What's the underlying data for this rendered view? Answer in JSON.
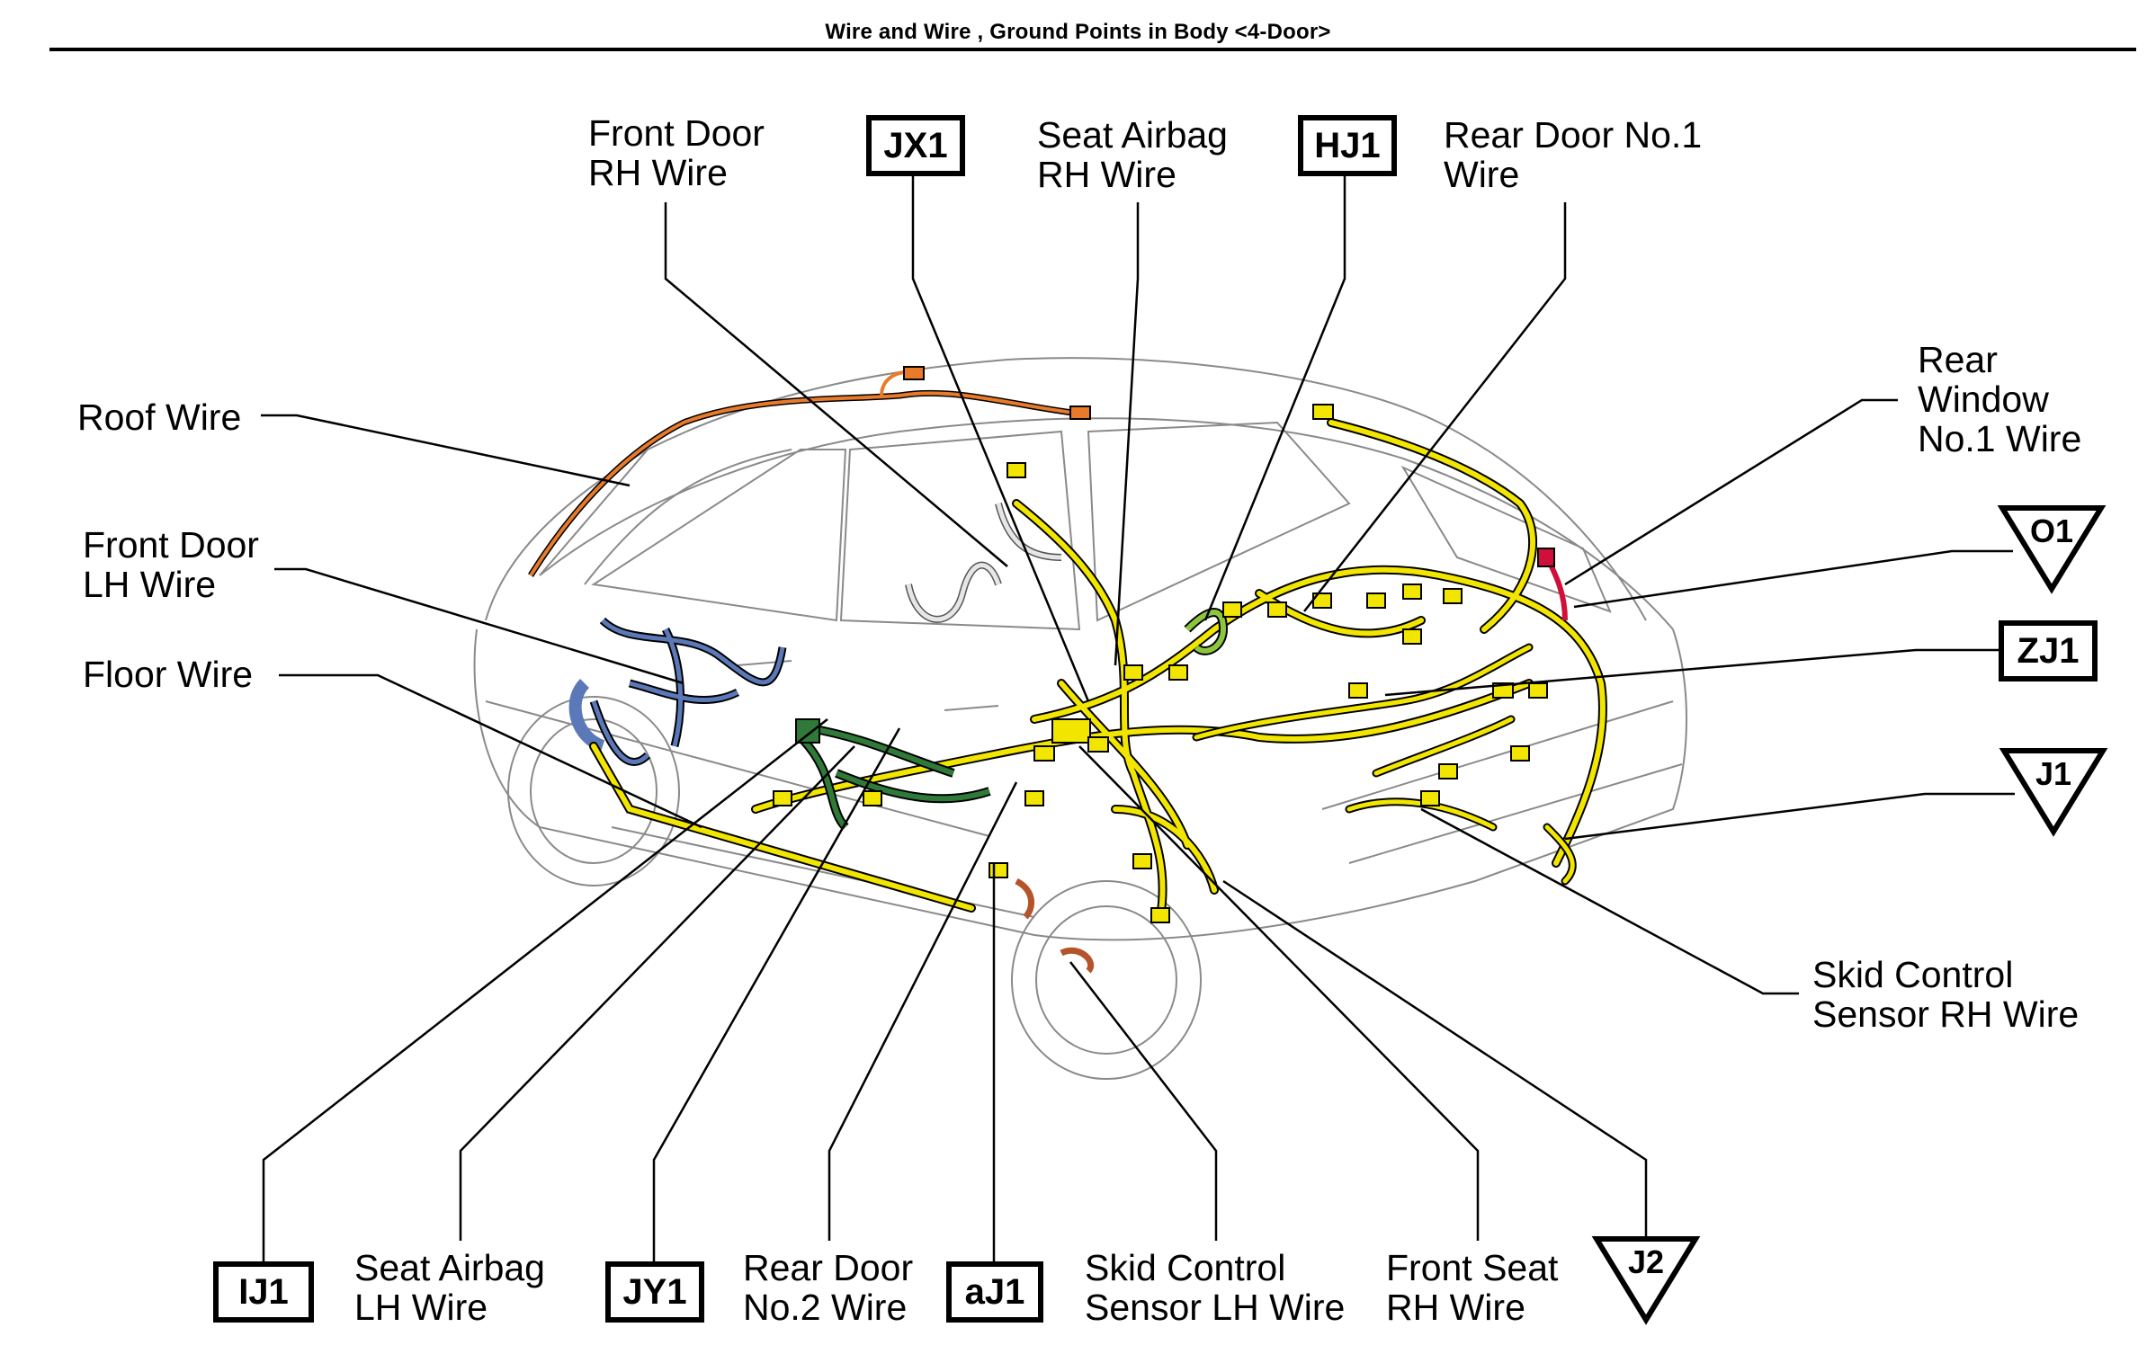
{
  "title": "Wire and Wire , Ground Points in Body <4-Door>",
  "labels": {
    "front_door_rh": [
      "Front Door",
      "RH Wire"
    ],
    "seat_airbag_rh": [
      "Seat Airbag",
      "RH Wire"
    ],
    "rear_door_no1": [
      "Rear Door No.1",
      "Wire"
    ],
    "roof": [
      "Roof Wire"
    ],
    "rear_window_no1": [
      "Rear",
      "Window",
      "No.1 Wire"
    ],
    "front_door_lh": [
      "Front Door",
      "LH Wire"
    ],
    "floor": [
      "Floor Wire"
    ],
    "skid_control_rh": [
      "Skid Control",
      "Sensor RH Wire"
    ],
    "seat_airbag_lh": [
      "Seat Airbag",
      "LH Wire"
    ],
    "rear_door_no2": [
      "Rear Door",
      "No.2 Wire"
    ],
    "skid_control_lh": [
      "Skid Control",
      "Sensor LH Wire"
    ],
    "front_seat_rh": [
      "Front Seat",
      "RH Wire"
    ]
  },
  "connectors": {
    "jx1": "JX1",
    "hj1": "HJ1",
    "zj1": "ZJ1",
    "ij1": "IJ1",
    "jy1": "JY1",
    "aj1": "aJ1"
  },
  "ground_points": {
    "o1": "O1",
    "j1": "J1",
    "j2": "J2"
  },
  "colors": {
    "main_harness": "#f2e600",
    "roof_wire": "#e87a2a",
    "door_lh_wire": "#5b78b8",
    "floor_green": "#2f7a38",
    "airbag_green": "#8cc63f",
    "rear_window": "#d0103a",
    "skid_brown": "#b5532a"
  }
}
